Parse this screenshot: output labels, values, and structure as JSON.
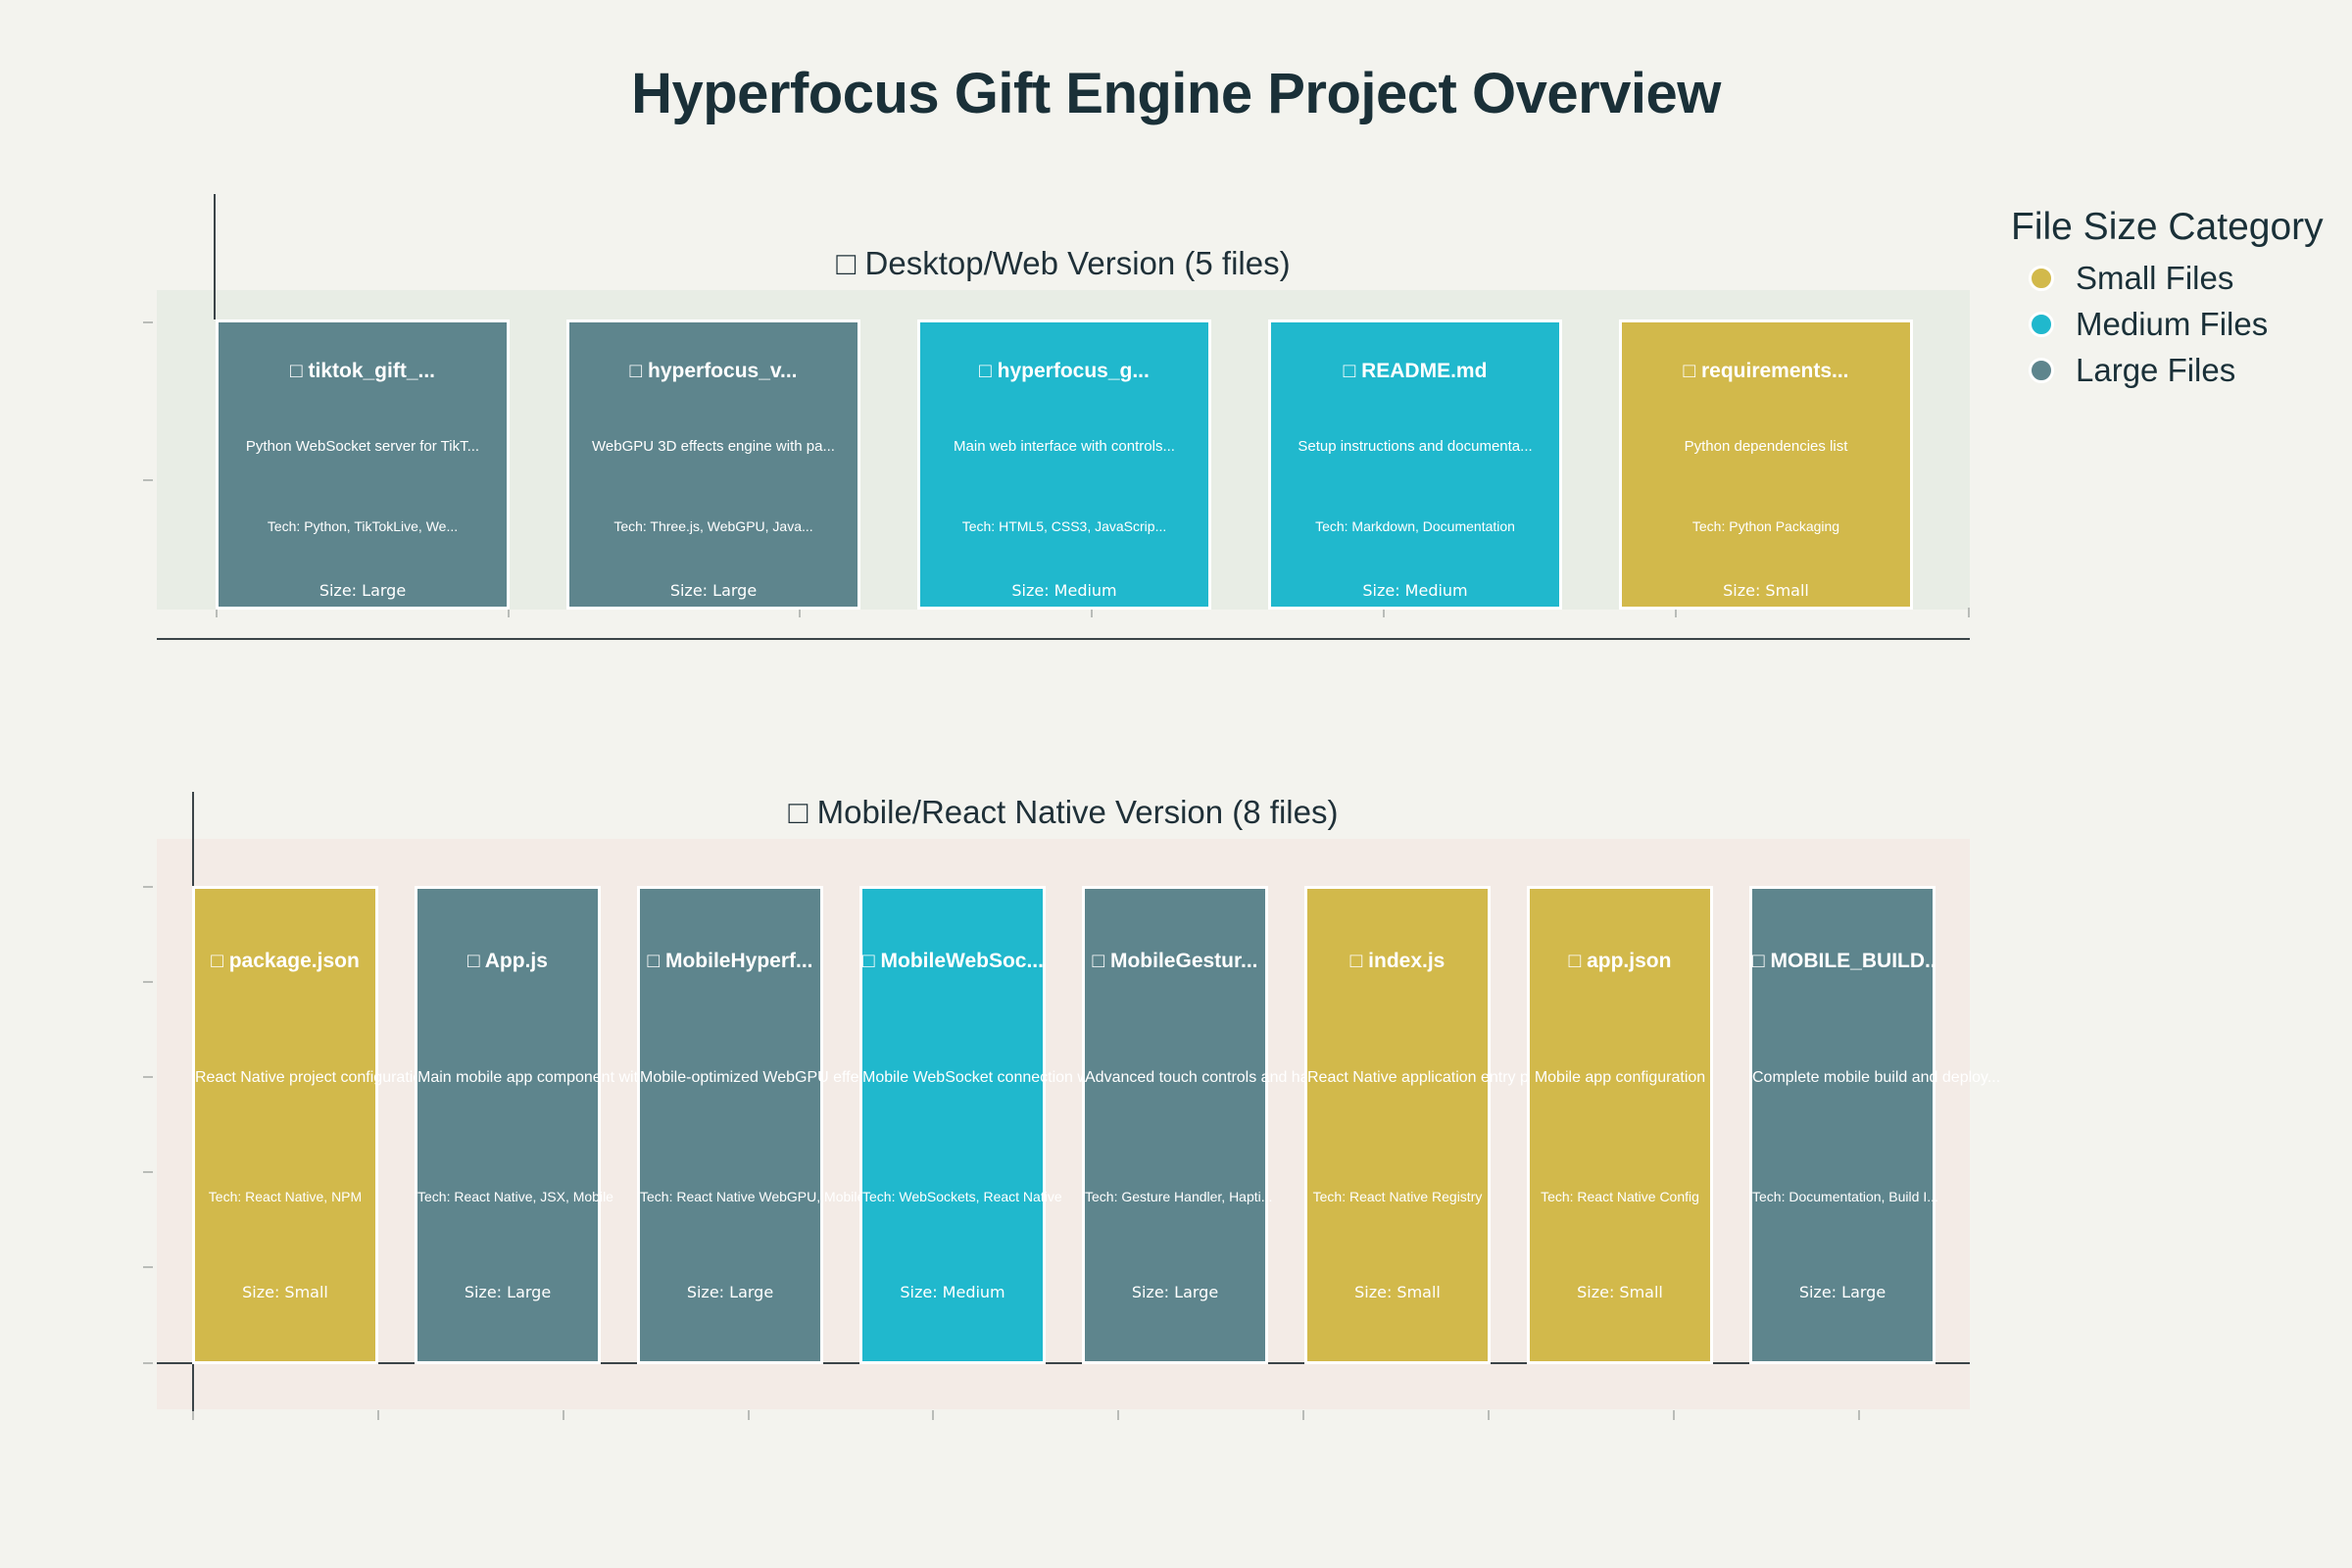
{
  "title": "Hyperfocus Gift Engine Project Overview",
  "colors": {
    "small": "#d2b94b",
    "medium": "#20b8cd",
    "large": "#5e858d"
  },
  "legend": {
    "title": "File Size Category",
    "items": [
      {
        "label": "Small Files",
        "category": "small"
      },
      {
        "label": "Medium Files",
        "category": "medium"
      },
      {
        "label": "Large Files",
        "category": "large"
      }
    ]
  },
  "sections": [
    {
      "title": "□ Desktop/Web Version (5 files)",
      "panel_color": "#e8ede5",
      "files": [
        {
          "name": "□ tiktok_gift_...",
          "description": "Python WebSocket server for TikT...",
          "tech": "Tech: Python, TikTokLive, We...",
          "size_label": "Size: Large",
          "category": "large"
        },
        {
          "name": "□ hyperfocus_v...",
          "description": "WebGPU 3D effects engine with pa...",
          "tech": "Tech: Three.js, WebGPU, Java...",
          "size_label": "Size: Large",
          "category": "large"
        },
        {
          "name": "□ hyperfocus_g...",
          "description": "Main web interface with controls...",
          "tech": "Tech: HTML5, CSS3, JavaScrip...",
          "size_label": "Size: Medium",
          "category": "medium"
        },
        {
          "name": "□ README.md",
          "description": "Setup instructions and documenta...",
          "tech": "Tech: Markdown, Documentation",
          "size_label": "Size: Medium",
          "category": "medium"
        },
        {
          "name": "□ requirements...",
          "description": "Python dependencies list",
          "tech": "Tech: Python Packaging",
          "size_label": "Size: Small",
          "category": "small"
        }
      ]
    },
    {
      "title": "□ Mobile/React Native Version (8 files)",
      "panel_color": "#f3ebe6",
      "files": [
        {
          "name": "□ package.json",
          "description": "React Native project configuration",
          "tech": "Tech: React Native, NPM",
          "size_label": "Size: Small",
          "category": "small"
        },
        {
          "name": "□ App.js",
          "description": "Main mobile app component with",
          "tech": "Tech: React Native, JSX, Mobile",
          "size_label": "Size: Large",
          "category": "large"
        },
        {
          "name": "□ MobileHyperf...",
          "description": "Mobile-optimized WebGPU effects",
          "tech": "Tech: React Native WebGPU, Mobile",
          "size_label": "Size: Large",
          "category": "large"
        },
        {
          "name": "□ MobileWebSoc...",
          "description": "Mobile WebSocket connection with",
          "tech": "Tech: WebSockets, React Native",
          "size_label": "Size: Medium",
          "category": "medium"
        },
        {
          "name": "□ MobileGestur...",
          "description": "Advanced touch controls and haptics",
          "tech": "Tech: Gesture Handler, Hapti...",
          "size_label": "Size: Large",
          "category": "large"
        },
        {
          "name": "□ index.js",
          "description": "React Native application entry p...",
          "tech": "Tech: React Native Registry",
          "size_label": "Size: Small",
          "category": "small"
        },
        {
          "name": "□ app.json",
          "description": "Mobile app configuration",
          "tech": "Tech: React Native Config",
          "size_label": "Size: Small",
          "category": "small"
        },
        {
          "name": "□ MOBILE_BUILD...",
          "description": "Complete mobile build and deploy...",
          "tech": "Tech: Documentation, Build I...",
          "size_label": "Size: Large",
          "category": "large"
        }
      ]
    }
  ]
}
